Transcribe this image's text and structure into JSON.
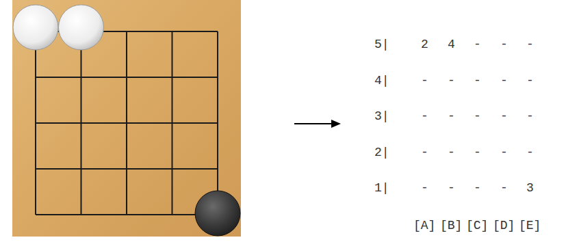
{
  "diagram": {
    "labels": [
      "5|",
      "2",
      "4",
      "-",
      "-",
      "-",
      "4|",
      "-",
      "-",
      "-",
      "-",
      "-",
      "3|",
      "-",
      "-",
      "-",
      "-",
      "-",
      "2|",
      "-",
      "-",
      "-",
      "-",
      "-",
      "1|",
      "-",
      "-",
      "-",
      "-",
      "3",
      "[A]",
      "[B]",
      "[C]",
      "[D]",
      "[E]"
    ]
  }
}
